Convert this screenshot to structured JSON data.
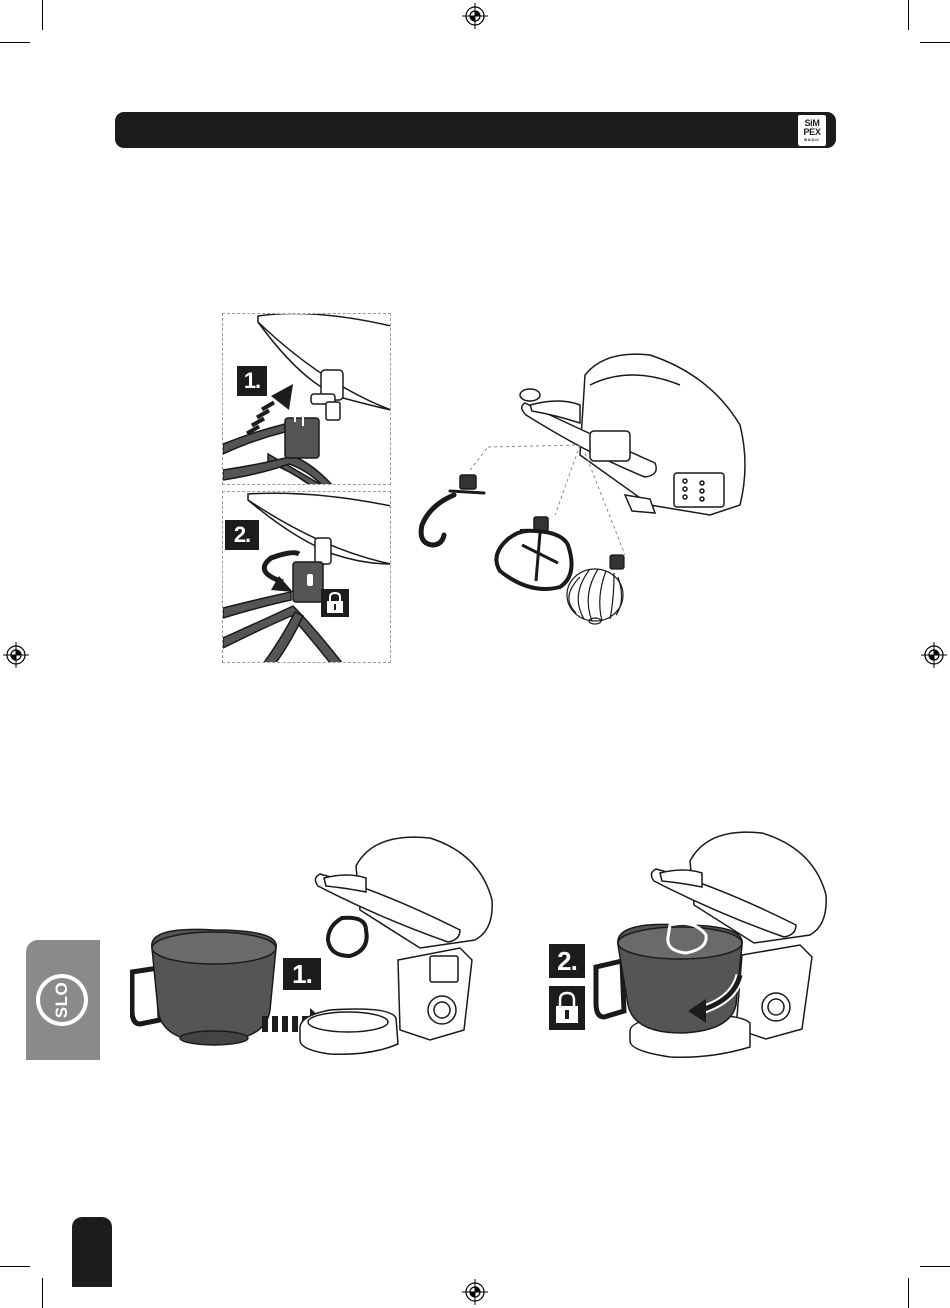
{
  "header": {
    "logo_line1": "SiM",
    "logo_line2": "PEX",
    "logo_line3": "BASIC"
  },
  "attachment_panel": {
    "step1_label": "1.",
    "step2_label": "2.",
    "lock_icon": "padlock-icon"
  },
  "bowl_section": {
    "step1_label": "1.",
    "step2_label": "2.",
    "lock_icon": "padlock-icon"
  },
  "language_tab": {
    "label": "SLO"
  },
  "colors": {
    "bar": "#1c1c1c",
    "tab_grey": "#8a8a8a",
    "bowl_grey": "#555555"
  }
}
